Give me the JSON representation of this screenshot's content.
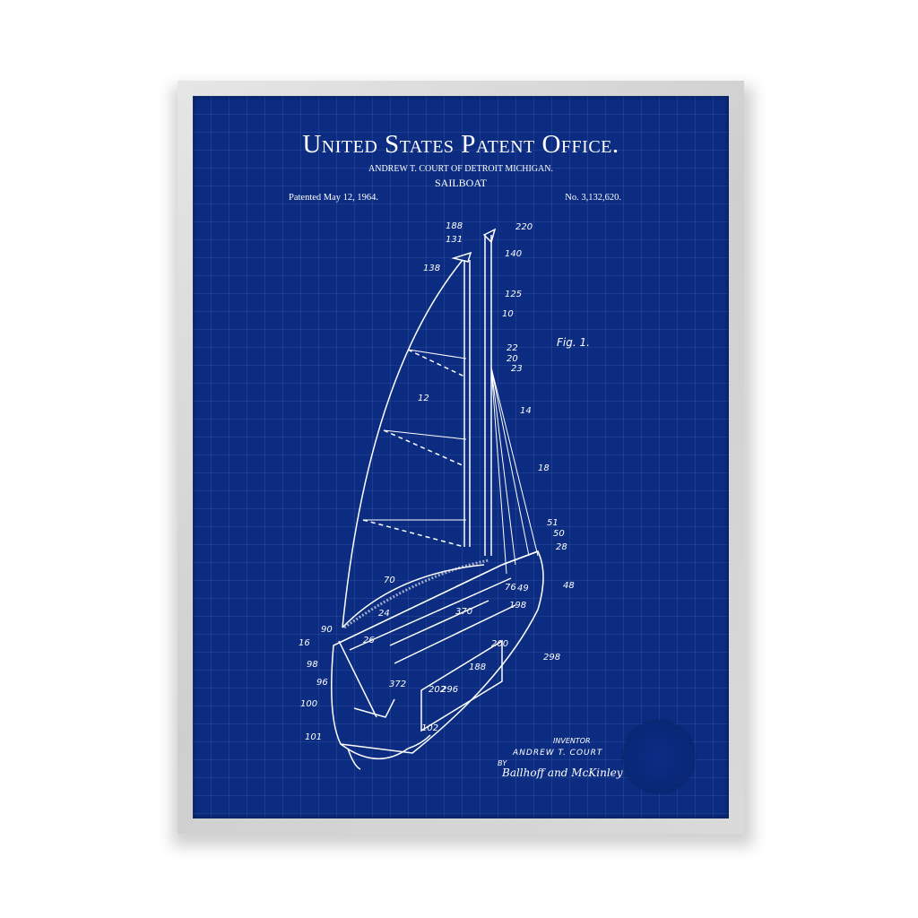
{
  "header": {
    "title": "United States Patent Office.",
    "inventor_line": "ANDREW T. COURT OF DETROIT MICHIGAN.",
    "subject": "SAILBOAT",
    "patent_date": "Patented May 12, 1964.",
    "patent_number": "No. 3,132,620."
  },
  "figure_label": "Fig. 1.",
  "reference_numerals": [
    "188",
    "220",
    "131",
    "140",
    "138",
    "125",
    "10",
    "22",
    "20",
    "23",
    "12",
    "14",
    "18",
    "51",
    "50",
    "28",
    "48",
    "70",
    "76",
    "49",
    "198",
    "370",
    "24",
    "26",
    "90",
    "16",
    "200",
    "298",
    "98",
    "188",
    "96",
    "372",
    "202",
    "296",
    "100",
    "101",
    "102"
  ],
  "signature": {
    "inventor_heading": "INVENTOR",
    "inventor_name": "ANDREW T. COURT",
    "by": "BY",
    "attorney": "Ballhoff and McKinley"
  },
  "colors": {
    "blueprint": "#0b2c80",
    "frame": "#d9d9d9",
    "ink": "#ffffff"
  }
}
